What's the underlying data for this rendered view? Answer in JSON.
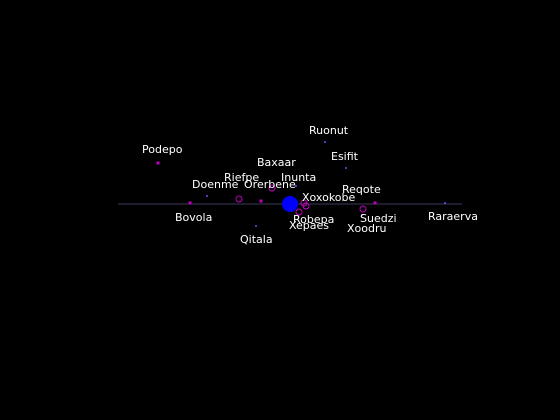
{
  "scene": {
    "background": "#000000",
    "plane_line_color": "#3a3a5a",
    "label_color": "#ffffff",
    "star_color": "#0000ff",
    "planet_color": "#c000c0",
    "moon_color": "#8040ff"
  },
  "star": {
    "name": "",
    "icon": "star-icon"
  },
  "bodies": [
    {
      "id": "podepo",
      "name": "Podepo",
      "marker": "square"
    },
    {
      "id": "bovola",
      "name": "Bovola",
      "marker": "square"
    },
    {
      "id": "doenme",
      "name": "Doenme",
      "marker": "dot"
    },
    {
      "id": "riefpe",
      "name": "Riefpe",
      "marker": "ring"
    },
    {
      "id": "orerbene",
      "name": "Orerbene",
      "marker": "square"
    },
    {
      "id": "qitala",
      "name": "Qitala",
      "marker": "dot"
    },
    {
      "id": "baxaar",
      "name": "Baxaar",
      "marker": "ring"
    },
    {
      "id": "inunta",
      "name": "Inunta",
      "marker": "dot"
    },
    {
      "id": "ruonut",
      "name": "Ruonut",
      "marker": "dot"
    },
    {
      "id": "esifit",
      "name": "Esifit",
      "marker": "dot"
    },
    {
      "id": "xoxokobe",
      "name": "Xoxokobe",
      "marker": "ring"
    },
    {
      "id": "robepa",
      "name": "Robepa",
      "marker": "ring"
    },
    {
      "id": "xepaes",
      "name": "Xepaes",
      "marker": "ring"
    },
    {
      "id": "reqote",
      "name": "Reqote",
      "marker": "square"
    },
    {
      "id": "suedzi",
      "name": "Suedzi",
      "marker": "ring"
    },
    {
      "id": "xoodru",
      "name": "Xoodru",
      "marker": "dot"
    },
    {
      "id": "raraerva",
      "name": "Raraerva",
      "marker": "dot"
    }
  ]
}
